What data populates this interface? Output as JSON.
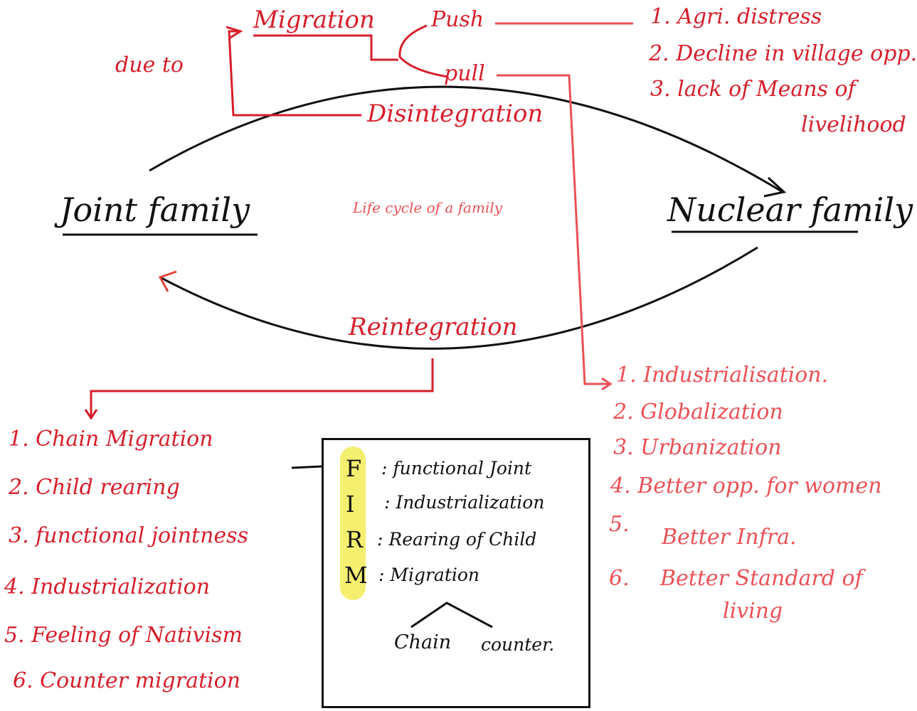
{
  "diagram": {
    "center_label": "Life cycle of a family",
    "left_node": "Joint family",
    "right_node": "Nuclear family",
    "top_arc_label": "Disintegration",
    "bottom_arc_label": "Reintegration",
    "due_to": "due to",
    "migration": "Migration",
    "push": "Push",
    "pull": "pull",
    "push_factors": [
      "1. Agri. distress",
      "2. Decline in village opp.",
      "3. lack of Means of",
      "livelihood"
    ],
    "pull_factors": [
      "1. Industrialisation.",
      "2. Globalization",
      "3. Urbanization",
      "4. Better opp. for women",
      "5.",
      "Better Infra.",
      "6.",
      "Better Standard of",
      "living"
    ],
    "reintegration_factors": [
      "1. Chain Migration",
      "2. Child rearing",
      "3. functional jointness",
      "4. Industrialization",
      "5. Feeling of Nativism",
      "6. Counter migration"
    ],
    "mnemonic": {
      "letters": [
        "F",
        "I",
        "R",
        "M"
      ],
      "meanings": [
        ": functional Joint",
        ": Industrialization",
        ": Rearing of Child",
        ": Migration"
      ],
      "branches": [
        "Chain",
        "counter."
      ]
    },
    "colors": {
      "red": "#d61f2b",
      "pink": "#ea5156",
      "black": "#111111",
      "highlight": "#f4ef6e"
    }
  }
}
